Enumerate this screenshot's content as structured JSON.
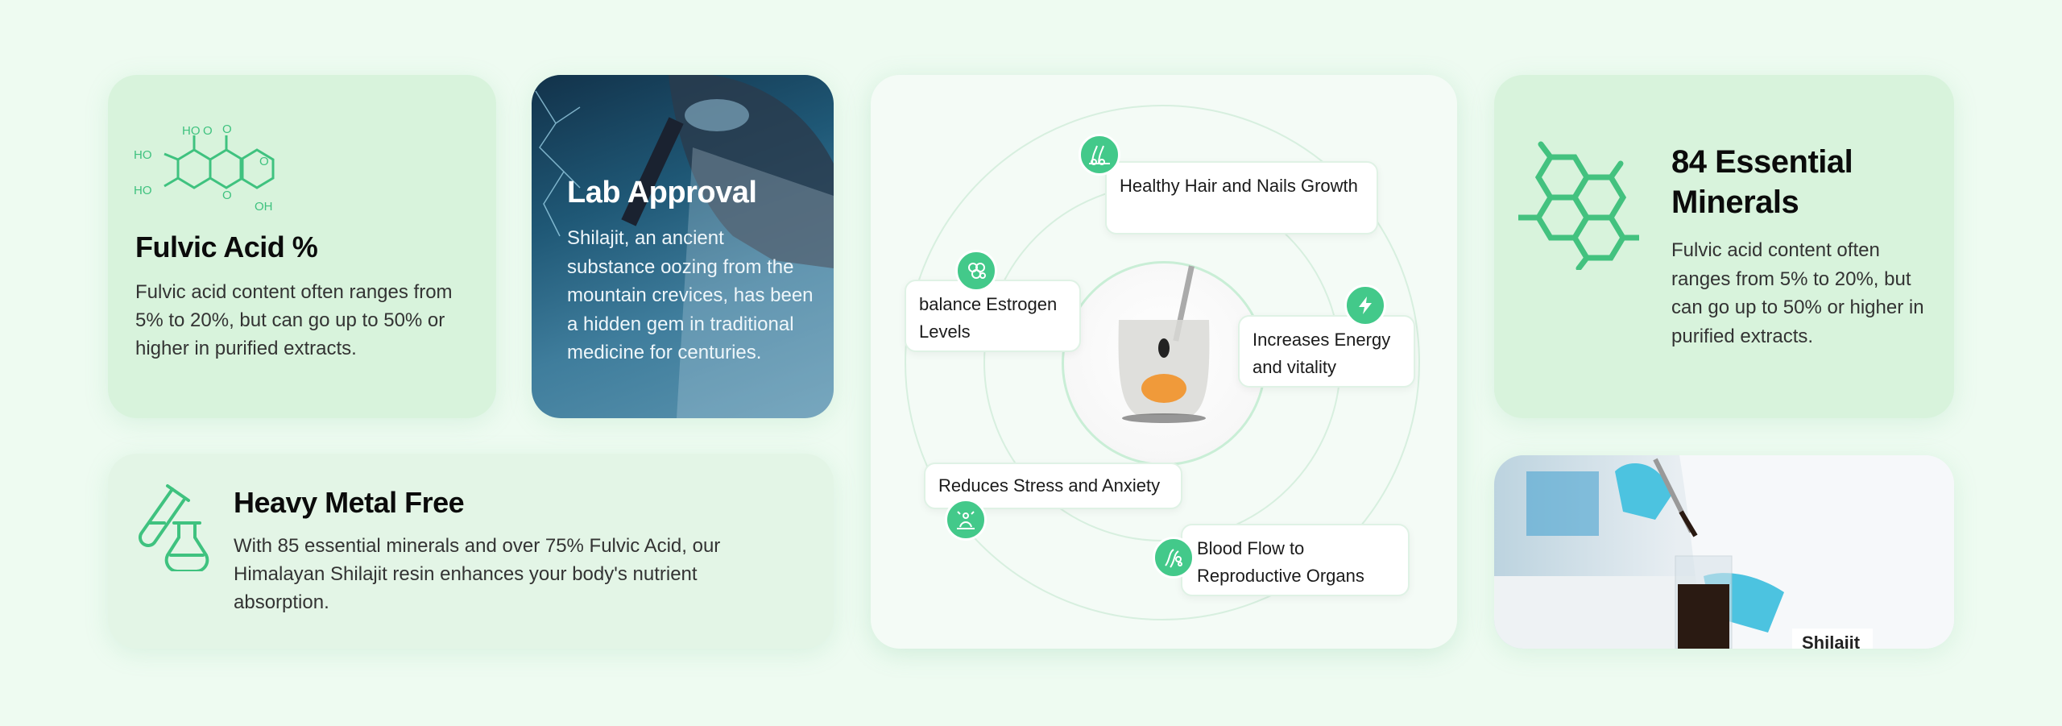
{
  "fulvic": {
    "title": "Fulvic Acid %",
    "body": "Fulvic acid content often ranges from 5% to 20%, but can go up to 50% or higher in purified extracts.",
    "molecule_labels": [
      "HO",
      "O",
      "O",
      "HO",
      "O",
      "HO",
      "O",
      "OH"
    ]
  },
  "lab": {
    "title": "Lab Approval",
    "body": "Shilajit, an ancient substance oozing from the mountain crevices, has been a hidden gem in traditional medicine for centuries."
  },
  "heavy": {
    "title": "Heavy Metal Free",
    "body": "With 85 essential minerals and over 75% Fulvic Acid, our Himalayan Shilajit resin enhances your body's nutrient absorption."
  },
  "benefits": [
    {
      "label": "Healthy Hair and Nails Growth",
      "icon": "hair-icon"
    },
    {
      "label": "balance Estrogen Levels",
      "icon": "molecule-icon"
    },
    {
      "label": "Increases Energy and vitality",
      "icon": "lightning-icon"
    },
    {
      "label": "Reduces Stress and Anxiety",
      "icon": "meditation-icon"
    },
    {
      "label": "Blood Flow to Reproductive Organs",
      "icon": "blood-cells-icon"
    }
  ],
  "minerals": {
    "title": "84 Essential Minerals",
    "body": "Fulvic acid content often ranges from 5% to 20%, but can go up to 50% or higher in purified extracts."
  },
  "lab_photo": {
    "label_text": "Shilajit"
  },
  "colors": {
    "accent": "#43c98a",
    "card": "#d8f3dc",
    "bg": "#eefbf1"
  }
}
